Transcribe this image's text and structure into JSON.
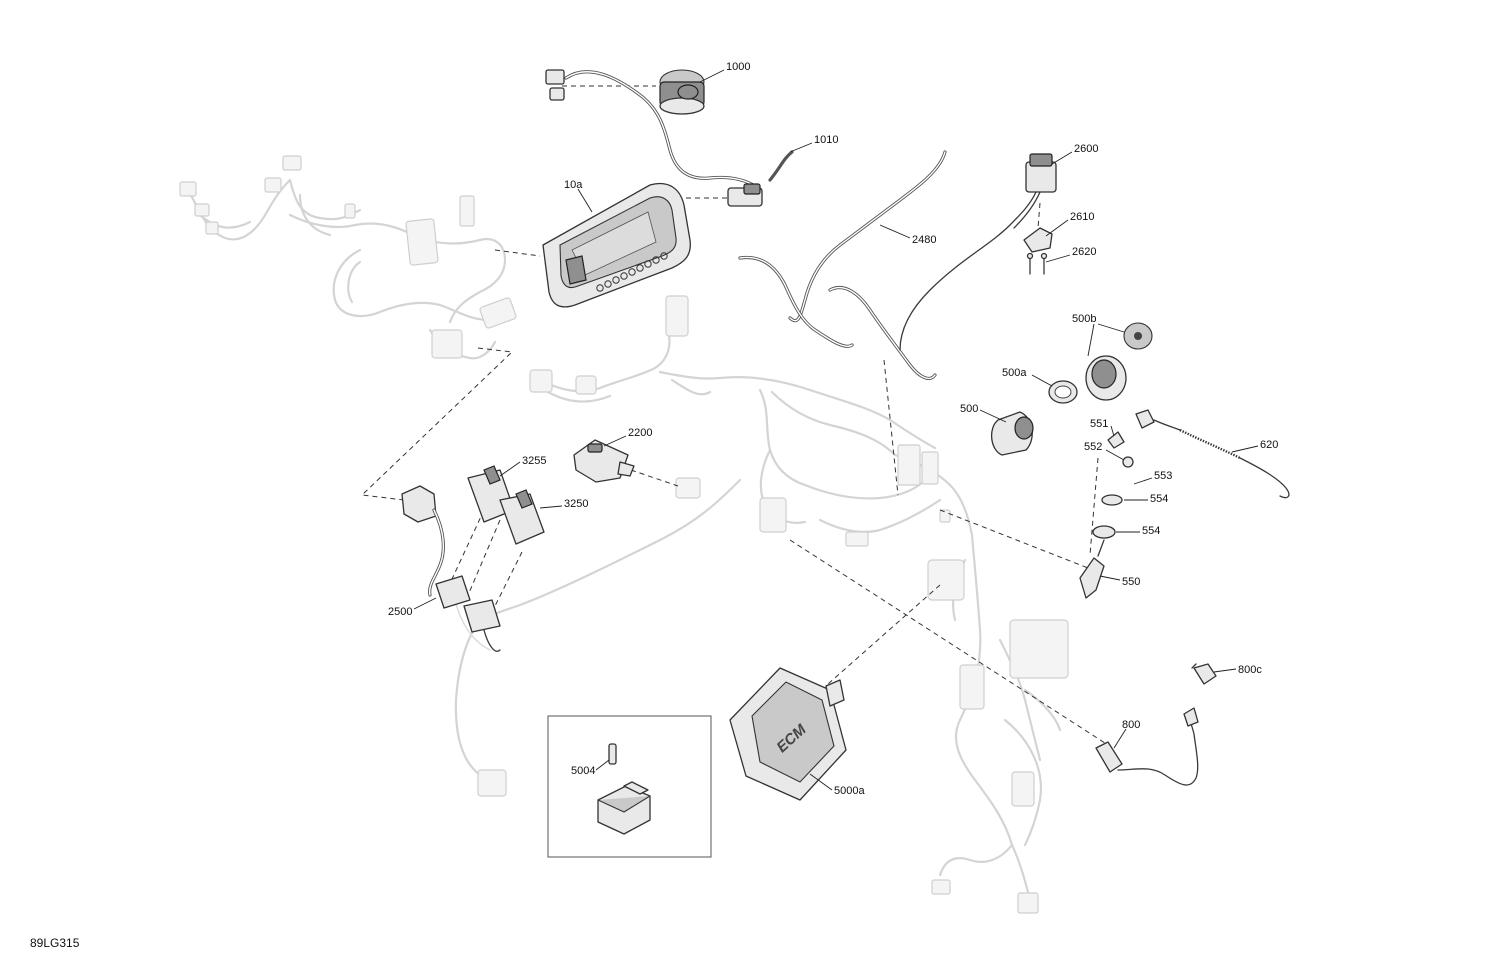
{
  "diagram": {
    "reference_code": "89LG315",
    "ecm_logo_text": "ECM",
    "callouts": [
      {
        "id": "c1000",
        "label": "1000"
      },
      {
        "id": "c1010",
        "label": "1010"
      },
      {
        "id": "c10a",
        "label": "10a"
      },
      {
        "id": "c2480",
        "label": "2480"
      },
      {
        "id": "c2600",
        "label": "2600"
      },
      {
        "id": "c2610",
        "label": "2610"
      },
      {
        "id": "c2620",
        "label": "2620"
      },
      {
        "id": "c500b",
        "label": "500b"
      },
      {
        "id": "c500a",
        "label": "500a"
      },
      {
        "id": "c500",
        "label": "500"
      },
      {
        "id": "c551",
        "label": "551"
      },
      {
        "id": "c552",
        "label": "552"
      },
      {
        "id": "c553",
        "label": "553"
      },
      {
        "id": "c554a",
        "label": "554"
      },
      {
        "id": "c554b",
        "label": "554"
      },
      {
        "id": "c550",
        "label": "550"
      },
      {
        "id": "c620",
        "label": "620"
      },
      {
        "id": "c2200",
        "label": "2200"
      },
      {
        "id": "c3255",
        "label": "3255"
      },
      {
        "id": "c3250",
        "label": "3250"
      },
      {
        "id": "c2500",
        "label": "2500"
      },
      {
        "id": "c5004",
        "label": "5004"
      },
      {
        "id": "c5000a",
        "label": "5000a"
      },
      {
        "id": "c800c",
        "label": "800c"
      },
      {
        "id": "c800",
        "label": "800"
      }
    ]
  }
}
